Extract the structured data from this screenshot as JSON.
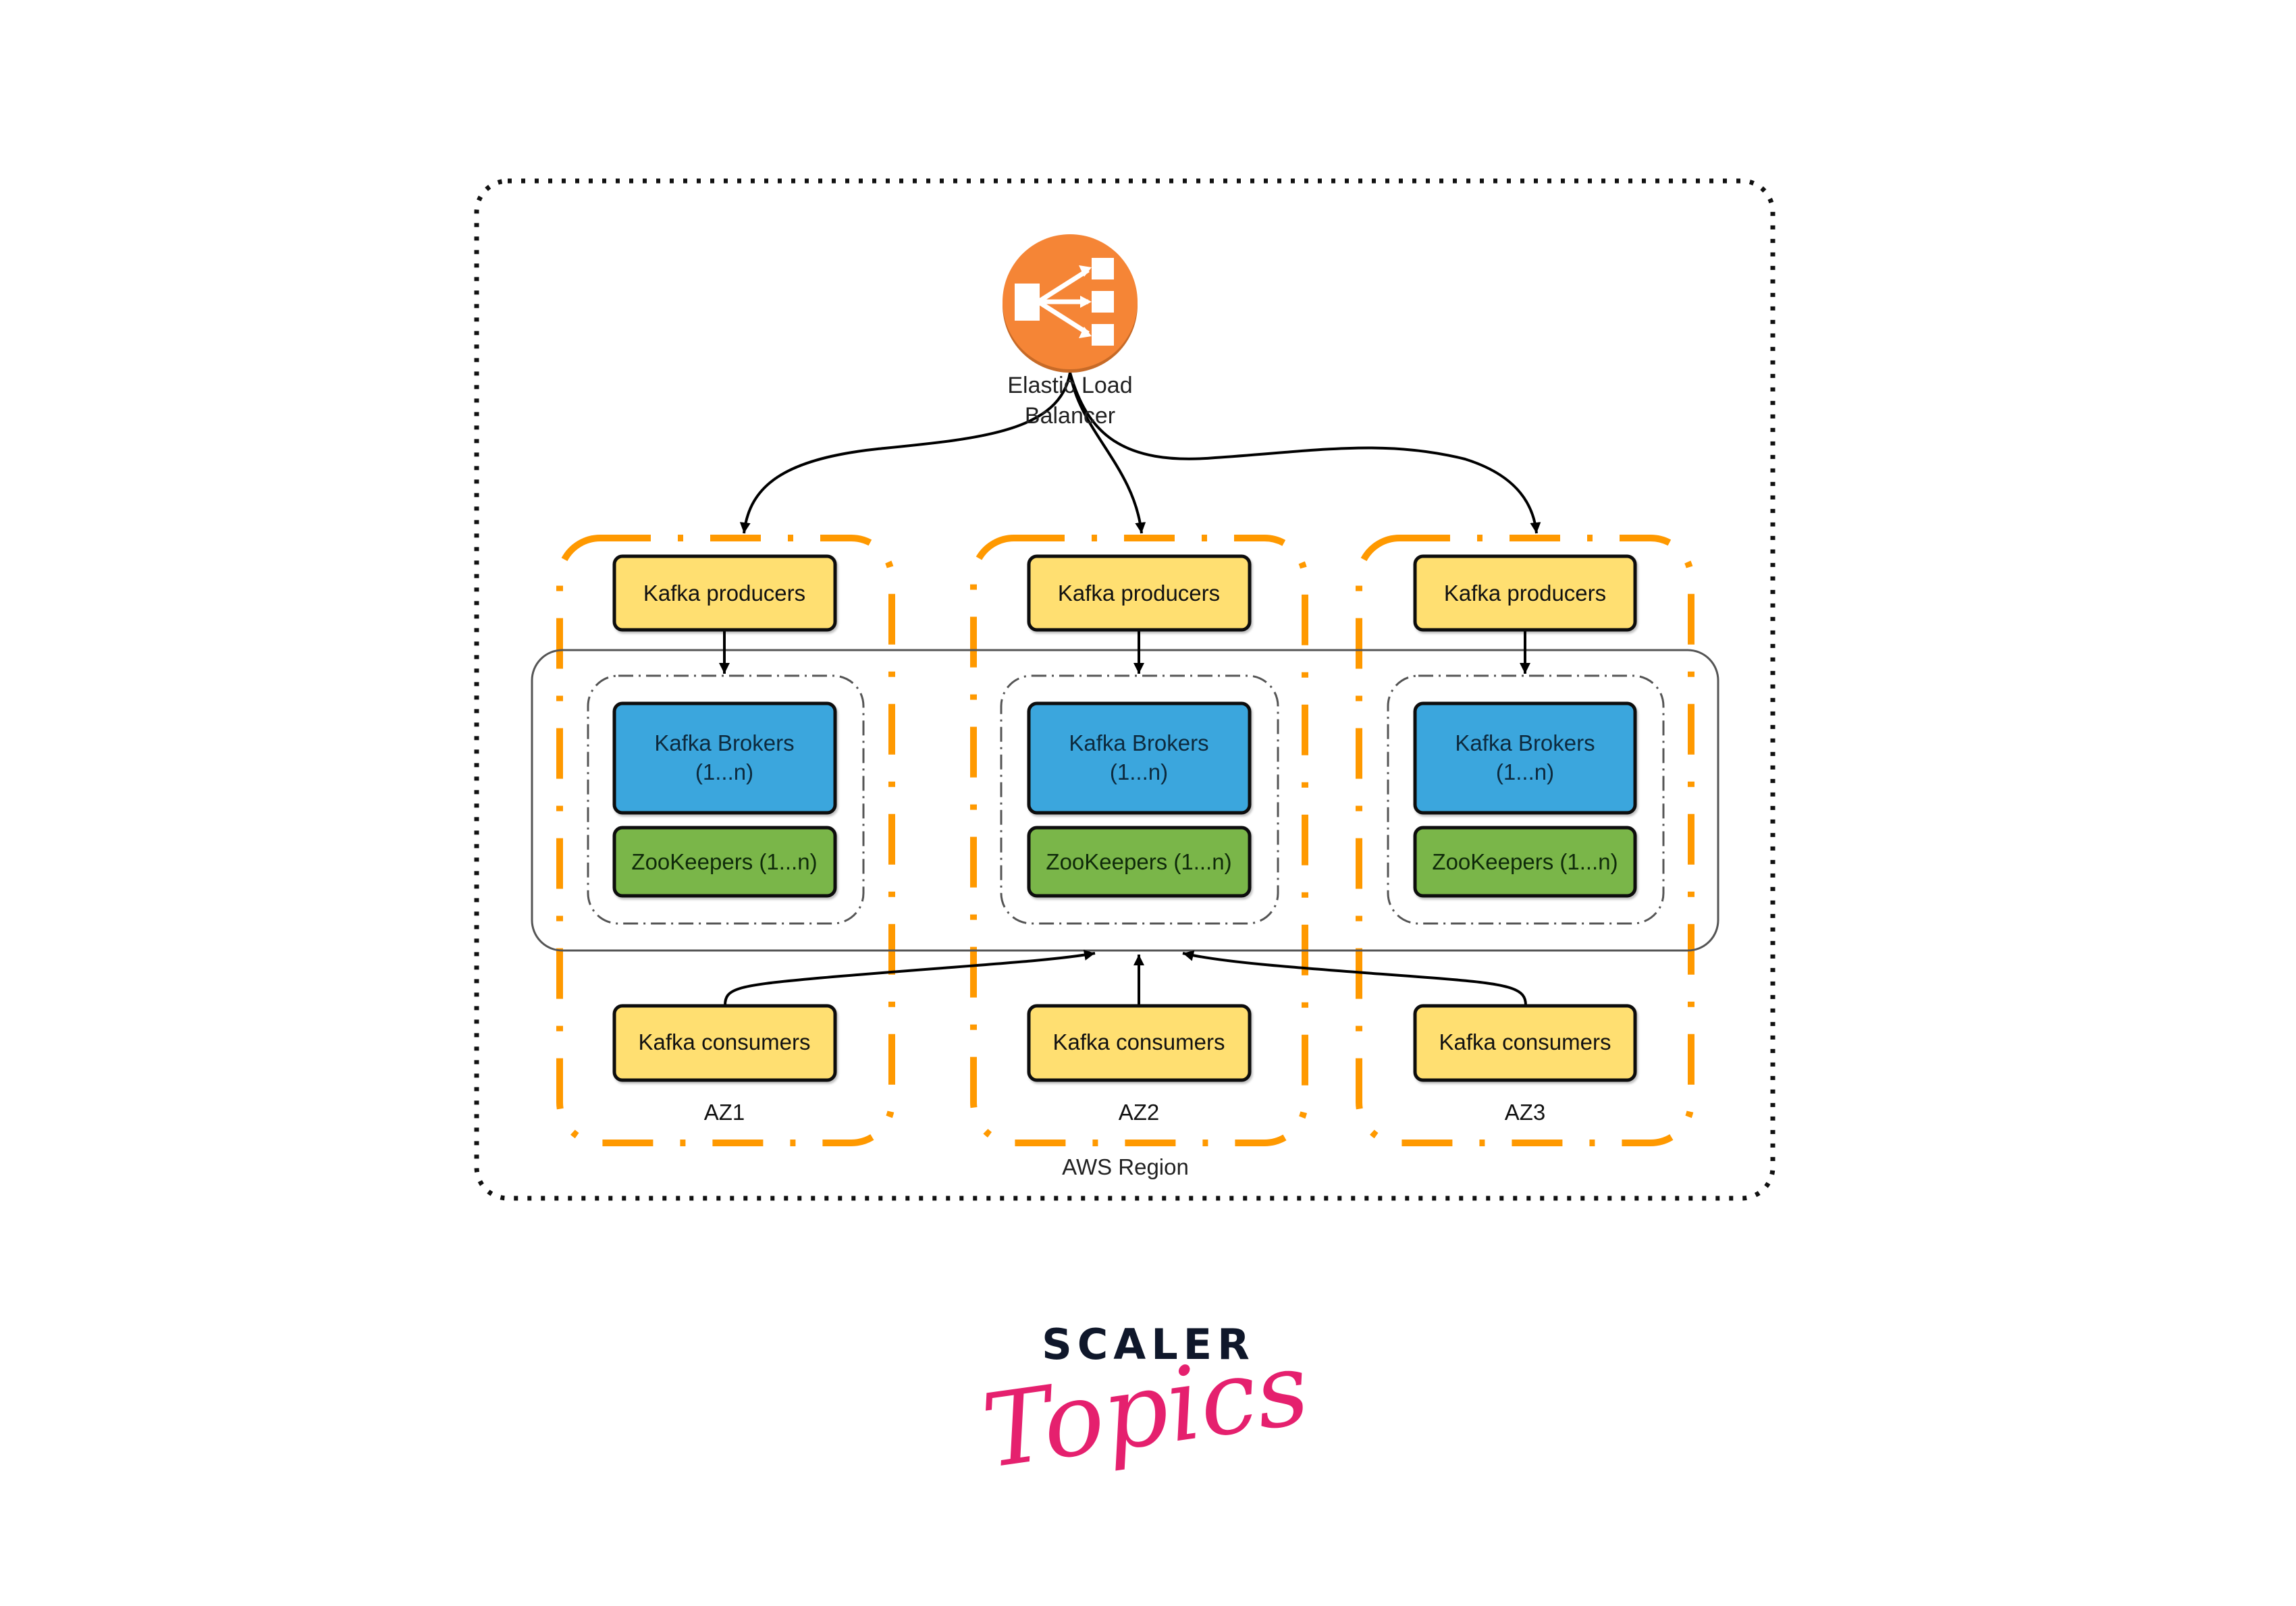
{
  "diagram": {
    "title": "Kafka on AWS multi-AZ architecture",
    "region_label": "AWS Region",
    "load_balancer": {
      "label_line1": "Elastic Load",
      "label_line2": "Balancer",
      "icon": "load-balancer-icon"
    },
    "zones": [
      {
        "label": "AZ1",
        "producers": "Kafka producers",
        "brokers_line1": "Kafka Brokers",
        "brokers_line2": "(1...n)",
        "zookeepers": "ZooKeepers (1...n)",
        "consumers": "Kafka consumers"
      },
      {
        "label": "AZ2",
        "producers": "Kafka producers",
        "brokers_line1": "Kafka Brokers",
        "brokers_line2": "(1...n)",
        "zookeepers": "ZooKeepers (1...n)",
        "consumers": "Kafka consumers"
      },
      {
        "label": "AZ3",
        "producers": "Kafka producers",
        "brokers_line1": "Kafka Brokers",
        "brokers_line2": "(1...n)",
        "zookeepers": "ZooKeepers (1...n)",
        "consumers": "Kafka consumers"
      }
    ],
    "edges": [
      {
        "from": "Elastic Load Balancer",
        "to": "AZ1 Kafka producers"
      },
      {
        "from": "Elastic Load Balancer",
        "to": "AZ2 Kafka producers"
      },
      {
        "from": "Elastic Load Balancer",
        "to": "AZ3 Kafka producers"
      },
      {
        "from": "AZ1 Kafka producers",
        "to": "AZ1 Kafka Brokers"
      },
      {
        "from": "AZ2 Kafka producers",
        "to": "AZ2 Kafka Brokers"
      },
      {
        "from": "AZ3 Kafka producers",
        "to": "AZ3 Kafka Brokers"
      },
      {
        "from": "AZ1 Kafka consumers",
        "to": "Kafka cluster"
      },
      {
        "from": "AZ2 Kafka consumers",
        "to": "Kafka cluster"
      },
      {
        "from": "AZ3 Kafka consumers",
        "to": "Kafka cluster"
      }
    ],
    "colors": {
      "producer_consumer": "#ffdf71",
      "broker": "#3aa6dd",
      "zookeeper": "#7ab648",
      "availability_zone": "#ff9900",
      "load_balancer": "#f58536",
      "region_border": "#111111"
    }
  },
  "logo": {
    "brand": "SCALER",
    "sub": "Topics",
    "brand_color": "#0f172a",
    "sub_color": "#e5206e"
  }
}
